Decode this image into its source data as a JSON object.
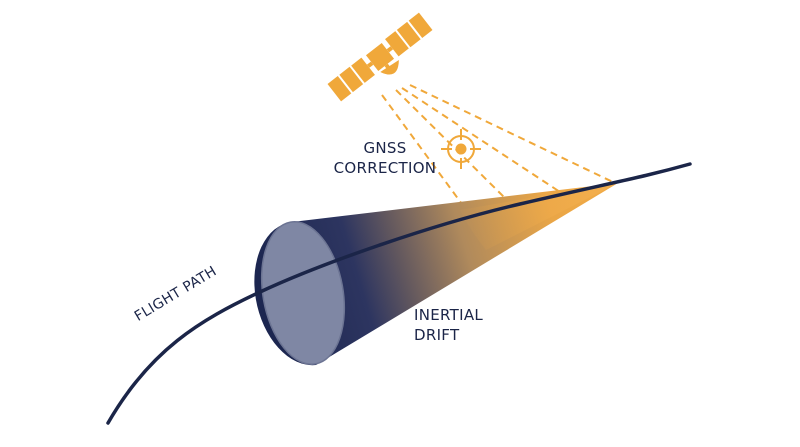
{
  "labels": {
    "gnss_line1": "GNSS",
    "gnss_line2": "CORRECTION",
    "drift_line1": "INERTIAL",
    "drift_line2": "DRIFT",
    "flight_path": "FLIGHT PATH"
  },
  "colors": {
    "navy": "#1b2548",
    "accent": "#f0a83a",
    "cone_base": "#7f87a4",
    "background": "#ffffff"
  },
  "icons": {
    "satellite": "satellite-icon",
    "target": "target-crosshair-icon"
  }
}
